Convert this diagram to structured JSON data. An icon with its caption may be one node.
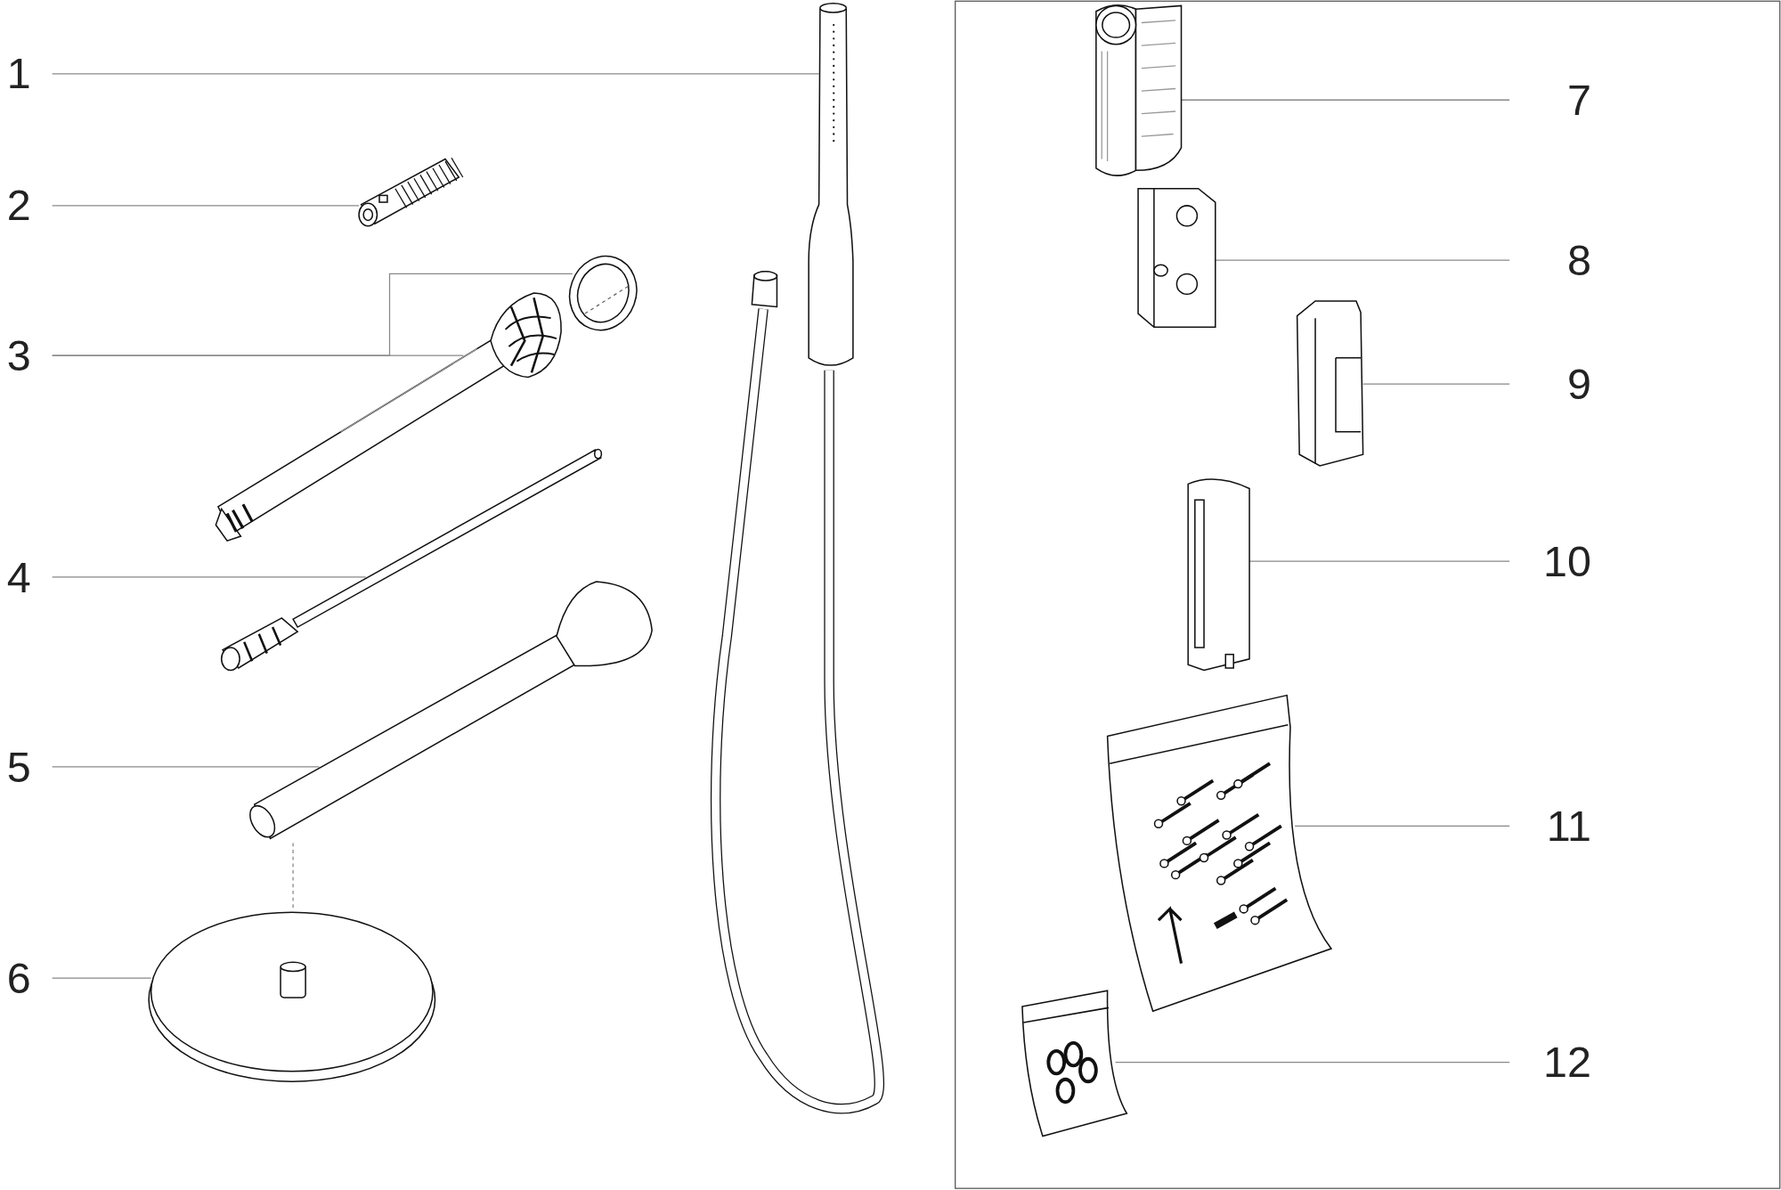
{
  "diagram": {
    "nodes": [
      {
        "text": [
          "1"
        ]
      },
      {
        "text": [],
        "shape": "picture"
      },
      {
        "text": [
          "2"
        ]
      },
      {
        "text": [],
        "shape": "picture"
      },
      {
        "text": [
          "3"
        ]
      },
      {
        "text": [],
        "shape": "picture"
      },
      {
        "text": [],
        "shape": "picture"
      },
      {
        "text": [
          "4"
        ]
      },
      {
        "text": [],
        "shape": "picture"
      },
      {
        "text": [
          "5"
        ]
      },
      {
        "text": [],
        "shape": "picture"
      },
      {
        "text": [
          "6"
        ]
      },
      {
        "text": [],
        "shape": "picture"
      },
      {
        "text": [
          "7"
        ]
      },
      {
        "text": [],
        "shape": "picture"
      },
      {
        "text": [
          "8"
        ]
      },
      {
        "text": [],
        "shape": "picture"
      },
      {
        "text": [
          "9"
        ]
      },
      {
        "text": [],
        "shape": "picture"
      },
      {
        "text": [
          "10"
        ]
      },
      {
        "text": [],
        "shape": "picture"
      },
      {
        "text": [
          "11"
        ]
      },
      {
        "text": [],
        "shape": "picture"
      },
      {
        "text": [
          "12"
        ]
      },
      {
        "text": [],
        "shape": "picture"
      }
    ],
    "edges": [
      {
        "from": 0,
        "to": 1,
        "arrow": "none"
      },
      {
        "from": 2,
        "to": 3,
        "arrow": "none"
      },
      {
        "from": 4,
        "to": 5,
        "arrow": "none"
      },
      {
        "from": 4,
        "to": 6,
        "arrow": "none"
      },
      {
        "from": 7,
        "to": 8,
        "arrow": "none"
      },
      {
        "from": 9,
        "to": 10,
        "arrow": "none"
      },
      {
        "from": 11,
        "to": 12,
        "arrow": "none"
      },
      {
        "from": 13,
        "to": 14,
        "arrow": "none"
      },
      {
        "from": 15,
        "to": 16,
        "arrow": "none"
      },
      {
        "from": 17,
        "to": 18,
        "arrow": "none"
      },
      {
        "from": 19,
        "to": 20,
        "arrow": "none"
      },
      {
        "from": 21,
        "to": 22,
        "arrow": "none"
      },
      {
        "from": 23,
        "to": 24,
        "arrow": "none"
      },
      {
        "from": 10,
        "to": 12,
        "arrow": "none",
        "style": "dashed"
      }
    ]
  }
}
